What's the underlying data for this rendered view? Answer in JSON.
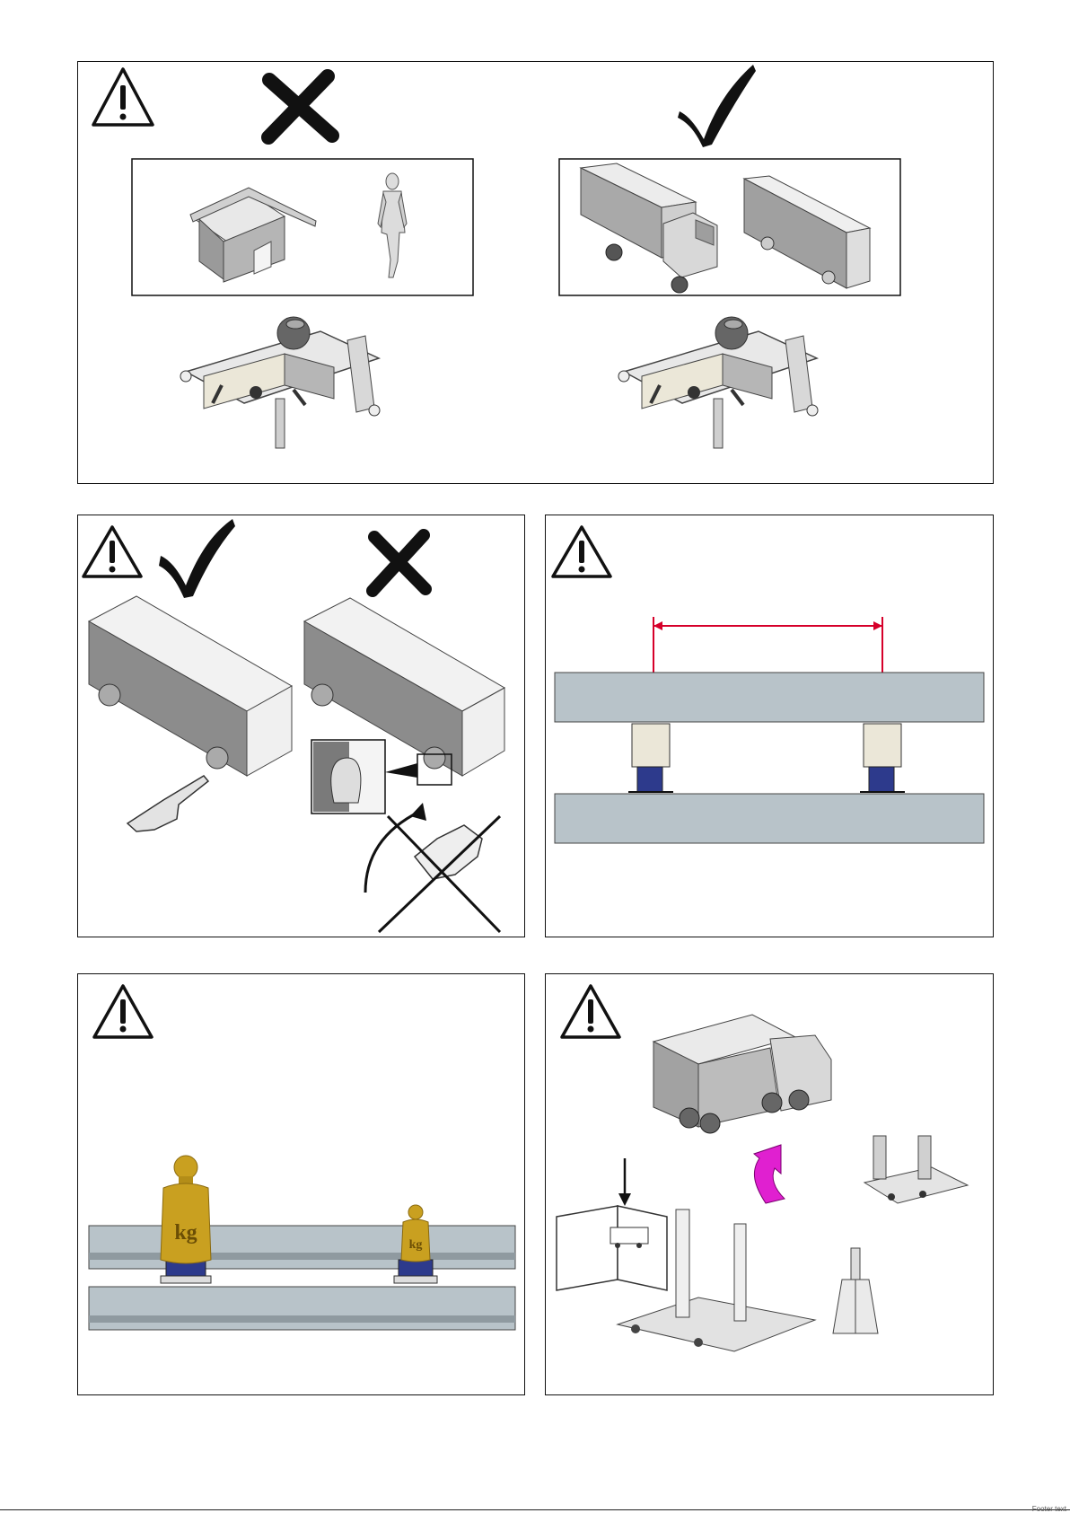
{
  "document": {
    "type": "safety pictogram page",
    "panels": [
      {
        "id": "panel-1",
        "content": [
          "warning-icon",
          "cross-mark",
          "check-mark",
          "house-figure",
          "person-figure",
          "truck-figure",
          "bus-figure",
          "lifting-adapter",
          "lifting-adapter"
        ]
      },
      {
        "id": "panel-2",
        "content": [
          "warning-icon",
          "check-mark",
          "cross-mark",
          "bus-figure",
          "pointing-hand",
          "wheel-detail",
          "prohibited-hand-turning"
        ]
      },
      {
        "id": "panel-3",
        "content": [
          "warning-icon",
          "rail",
          "rail",
          "lifting-unit",
          "lifting-unit",
          "distance-dimension"
        ]
      },
      {
        "id": "panel-4",
        "content": [
          "warning-icon",
          "rail",
          "rail",
          "weight-kg",
          "weight-kg",
          "lifting-unit",
          "lifting-unit"
        ]
      },
      {
        "id": "panel-5",
        "content": [
          "warning-icon",
          "lifted-truck",
          "manual-book",
          "lifting-column",
          "axle-stand",
          "lift-arrow",
          "lifting-adapter"
        ]
      }
    ],
    "weight_label": "kg",
    "footer": "Footer text",
    "colors": {
      "rail": "#b8c3c9",
      "dimension": "#d6002a",
      "arrow": "#e020d0",
      "weight": "#c9a020"
    }
  }
}
